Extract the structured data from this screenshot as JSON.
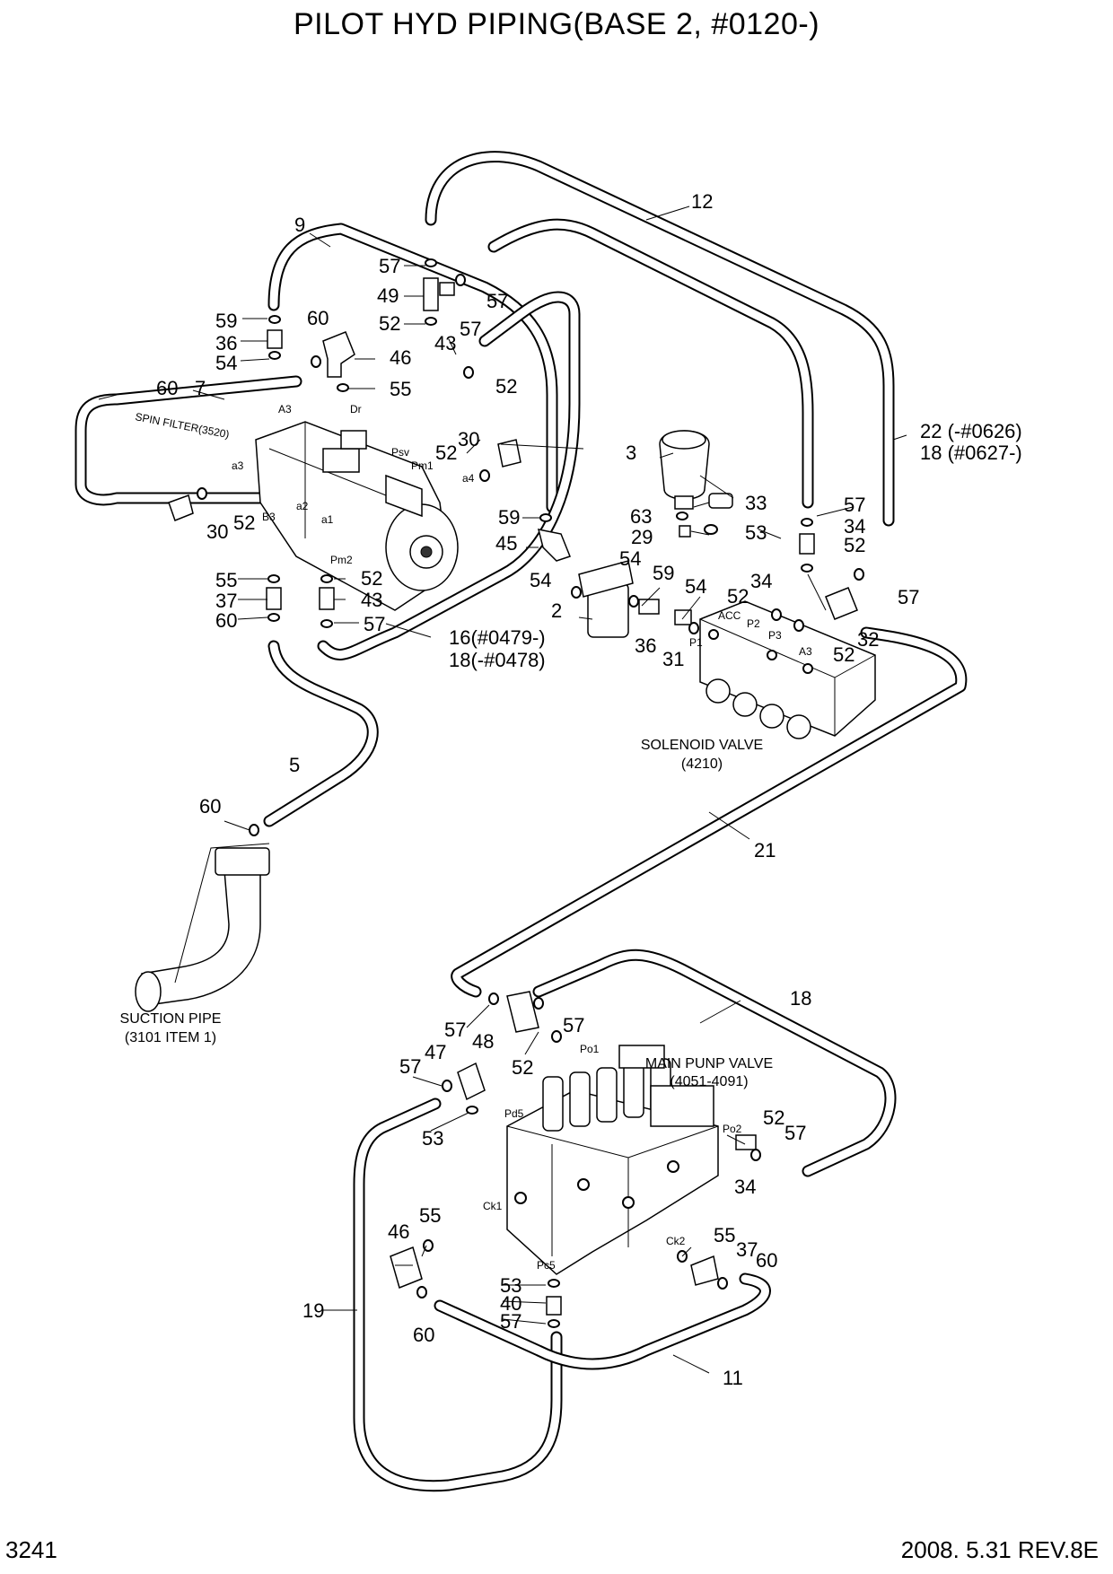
{
  "title": "PILOT HYD PIPING(BASE 2,  #0120-)",
  "page_number": "3241",
  "revision": "2008. 5.31  REV.8E",
  "captions": {
    "solenoid_valve": "SOLENOID VALVE",
    "solenoid_valve_ref": "(4210)",
    "suction_pipe": "SUCTION PIPE",
    "suction_pipe_ref": "(3101 ITEM 1)",
    "main_pump_valve": "MAIN PUNP VALVE",
    "main_pump_valve_ref": "(4051-4091)",
    "spin_filter": "SPIN FILTER(3520)"
  },
  "part_labels": {
    "p12": "12",
    "p9": "9",
    "p57a": "57",
    "p49": "49",
    "p57b": "57",
    "p52a": "52",
    "p57c": "57",
    "p43a": "43",
    "p59a": "59",
    "p60a": "60",
    "p36a": "36",
    "p54a": "54",
    "p46a": "46",
    "p55a": "55",
    "p60b": "60",
    "p7": "7",
    "p52b": "52",
    "p30a": "30",
    "p52c": "52",
    "p3": "3",
    "p22": "22 (-#0626)",
    "p18a": "18 (#0627-)",
    "p30b": "30",
    "p52d": "52",
    "p59b": "59",
    "p63": "63",
    "p33": "33",
    "p57d": "57",
    "p34a": "34",
    "p45": "45",
    "p29": "29",
    "p53a": "53",
    "p52e": "52",
    "p54b": "54",
    "p55b": "55",
    "p52f": "52",
    "p54c": "54",
    "p59c": "59",
    "p54d": "54",
    "p37a": "37",
    "p43b": "43",
    "p2": "2",
    "p52g": "52",
    "p34b": "34",
    "p57e": "57",
    "p60c": "60",
    "p57f": "57",
    "p36b": "36",
    "p31": "31",
    "p32": "32",
    "p52h": "52",
    "p16": "16(#0479-)",
    "p18b": "18(-#0478)",
    "p5": "5",
    "p60d": "60",
    "p21": "21",
    "p18c": "18",
    "p57g": "57",
    "p57h": "57",
    "p48": "48",
    "p52i": "52",
    "p57i": "57",
    "p47": "47",
    "p53b": "53",
    "p52j": "52",
    "p57j": "57",
    "p34c": "34",
    "p46b": "46",
    "p55c": "55",
    "p55d": "55",
    "p37b": "37",
    "p60e": "60",
    "p53c": "53",
    "p40": "40",
    "p57k": "57",
    "p19": "19",
    "p60f": "60",
    "p11": "11"
  },
  "port_labels": {
    "A3": "A3",
    "Dr": "Dr",
    "a3": "a3",
    "Psv": "Psv",
    "Pm1": "Pm1",
    "a4": "a4",
    "a2": "a2",
    "a1": "a1",
    "B3": "B3",
    "Pm2": "Pm2",
    "ACC": "ACC",
    "P2": "P2",
    "P3": "P3",
    "P1": "P1",
    "A3s": "A3",
    "Po1": "Po1",
    "Pd5": "Pd5",
    "Po2": "Po2",
    "Ck1": "Ck1",
    "Pc5": "Pc5",
    "Ck2": "Ck2"
  }
}
